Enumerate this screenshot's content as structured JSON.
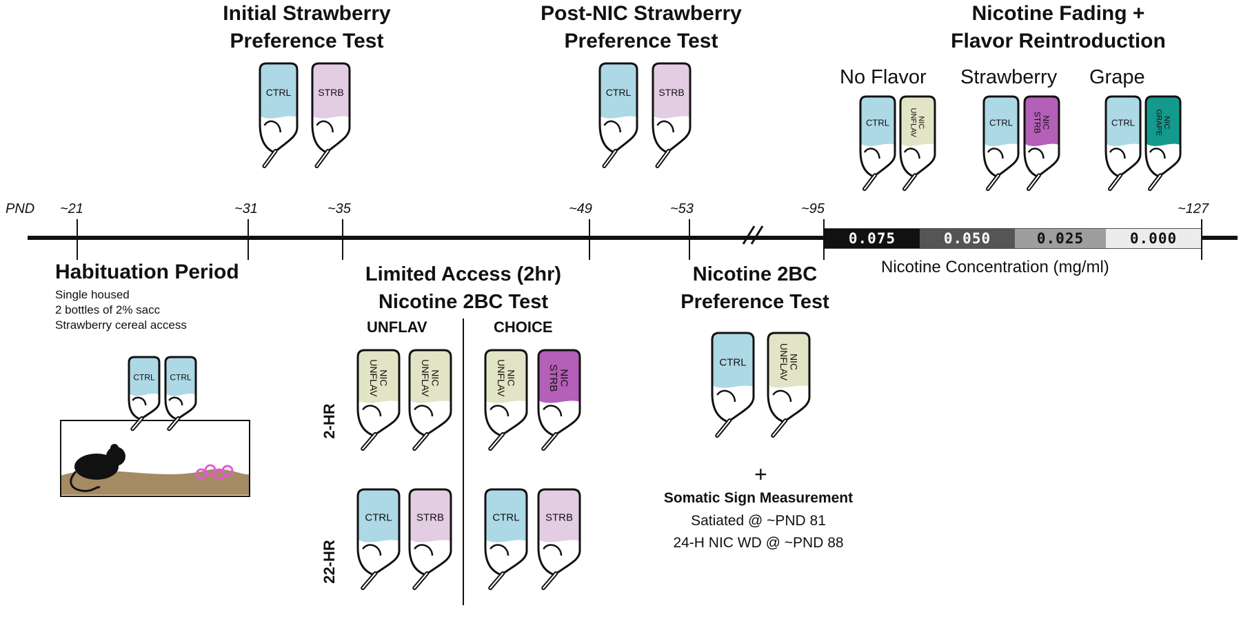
{
  "timeline": {
    "axis_label": "PND",
    "ticks": [
      "~21",
      "~31",
      "~35",
      "~49",
      "~53",
      "~95",
      "~127"
    ]
  },
  "phases": {
    "initial_pref": {
      "line1": "Initial Strawberry",
      "line2": "Preference Test"
    },
    "post_nic_pref": {
      "line1": "Post-NIC Strawberry",
      "line2": "Preference Test"
    },
    "fading": {
      "line1": "Nicotine Fading +",
      "line2": "Flavor Reintroduction",
      "groups": [
        "No Flavor",
        "Strawberry",
        "Grape"
      ]
    },
    "habituation": {
      "title": "Habituation Period",
      "details": [
        "Single housed",
        "2 bottles of 2% sacc",
        "Strawberry cereal access"
      ]
    },
    "limited_access": {
      "line1": "Limited Access (2hr)",
      "line2": "Nicotine 2BC Test",
      "col_unflav": "UNFLAV",
      "col_choice": "CHOICE",
      "row_2hr": "2-HR",
      "row_22hr": "22-HR"
    },
    "nic_2bc": {
      "line1": "Nicotine 2BC",
      "line2": "Preference Test",
      "plus": "+",
      "somatic": "Somatic Sign Measurement",
      "satiated": "Satiated @ ~PND 81",
      "withdrawal": "24-H NIC WD @ ~PND 88"
    }
  },
  "concentration": {
    "label": "Nicotine Concentration (mg/ml)",
    "steps": [
      {
        "value": "0.075",
        "color": "#111111",
        "text_color": "#ffffff"
      },
      {
        "value": "0.050",
        "color": "#555555",
        "text_color": "#ffffff"
      },
      {
        "value": "0.025",
        "color": "#9e9e9e",
        "text_color": "#111111"
      },
      {
        "value": "0.000",
        "color": "#ececec",
        "text_color": "#111111"
      }
    ]
  },
  "bottle_labels": {
    "ctrl": "CTRL",
    "strb": "STRB",
    "unflav_nic": [
      "UNFLAV",
      "NIC"
    ],
    "strb_nic": [
      "STRB",
      "NIC"
    ],
    "grape_nic": [
      "GRAPE",
      "NIC"
    ]
  },
  "colors": {
    "ctrl": "#add8e6",
    "strb": "#e3cde3",
    "unflav": "#e2e4c6",
    "strb_nic": "#b45fb8",
    "grape_nic": "#149a8c",
    "outline": "#111111",
    "dirt": "#a48b64"
  }
}
